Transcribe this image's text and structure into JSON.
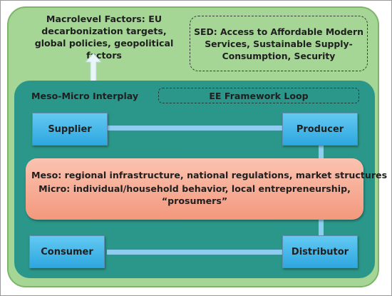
{
  "diagram": {
    "macro_label": "Macrolevel Factors: EU decarbonization targets, global policies, geopolitical factors",
    "sed_label": "SED: Access to Affordable Modern Services, Sustainable Supply-Consumption, Security",
    "meso_micro_label": "Meso-Micro Interplay",
    "ee_loop_label": "EE Framework Loop",
    "nodes": {
      "supplier": "Supplier",
      "producer": "Producer",
      "consumer": "Consumer",
      "distributor": "Distributor"
    },
    "center": {
      "meso": "Meso: regional infrastructure, national regulations, market structures",
      "micro": "Micro: individual/household behavior, local entrepreneurship, “prosumers”"
    }
  }
}
